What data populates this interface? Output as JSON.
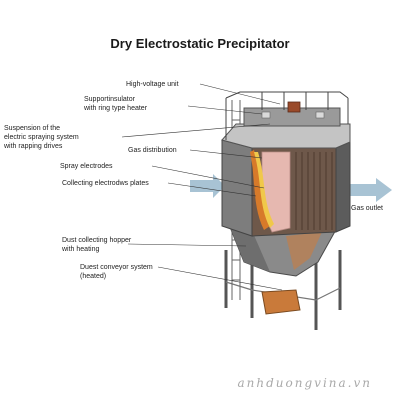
{
  "title": "Dry Electrostatic Precipitator",
  "labels": {
    "high_voltage_unit": "High-voltage unit",
    "support_insulator_1": "Supportinsulator",
    "support_insulator_2": "with ring type heater",
    "suspension_1": "Suspension of the",
    "suspension_2": "electric spraying system",
    "suspension_3": "with rapping drives",
    "gas_distribution": "Gas distribution",
    "spray_electrodes": "Spray electrodes",
    "collecting_plates": "Collecting electrodws plates",
    "gas_outlet": "Gas outlet",
    "hopper_1": "Dust collecting hopper",
    "hopper_2": "with heating",
    "conveyor_1": "Duest conveyor system",
    "conveyor_2": "(heated)"
  },
  "watermark": "anhduongvina.vn",
  "colors": {
    "steel_dark": "#4a4a4a",
    "steel_mid": "#8a8a8a",
    "steel_light": "#c4c4c4",
    "plates_brown": "#7a5a48",
    "spray_pink": "#e6b8b0",
    "gas_arrow": "#a8c3d4",
    "orange": "#d77a2a",
    "yellow": "#f0c84a",
    "dust_tan": "#b0825e",
    "leader": "#333333"
  }
}
